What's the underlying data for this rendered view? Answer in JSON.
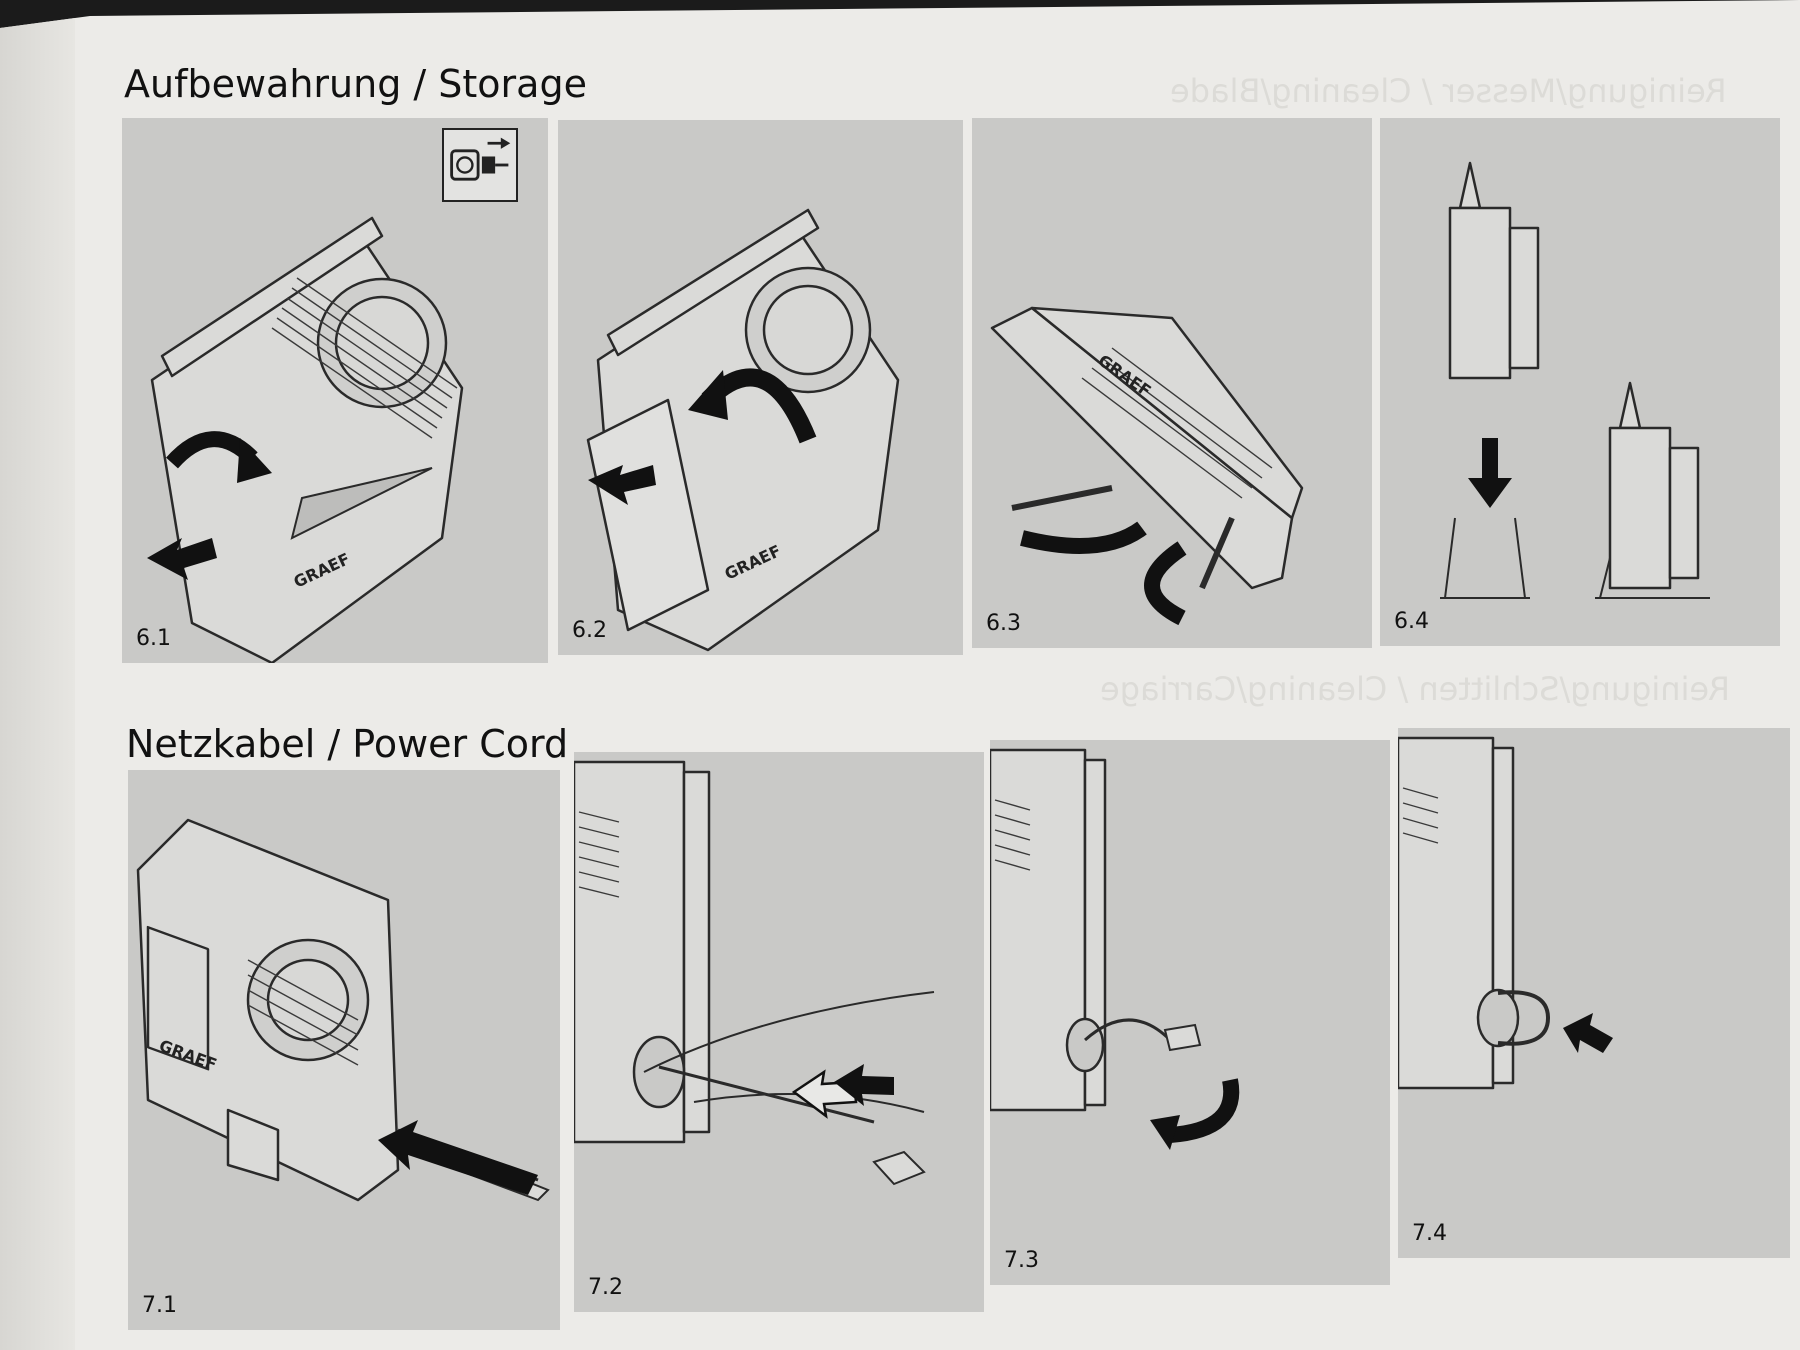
{
  "sections": [
    {
      "title": "Aufbewahrung / Storage",
      "steps": [
        "6.1",
        "6.2",
        "6.3",
        "6.4"
      ]
    },
    {
      "title": "Netzkabel / Power Cord",
      "steps": [
        "7.1",
        "7.2",
        "7.3",
        "7.4"
      ]
    }
  ],
  "ghost_text": {
    "top": "Reinigung/Messer / Cleaning/Blade",
    "middle": "Reinigung/Schlitten / Cleaning/Carriage"
  },
  "brand": "GRAEF",
  "icons": {
    "unplug": "unplug-icon"
  }
}
